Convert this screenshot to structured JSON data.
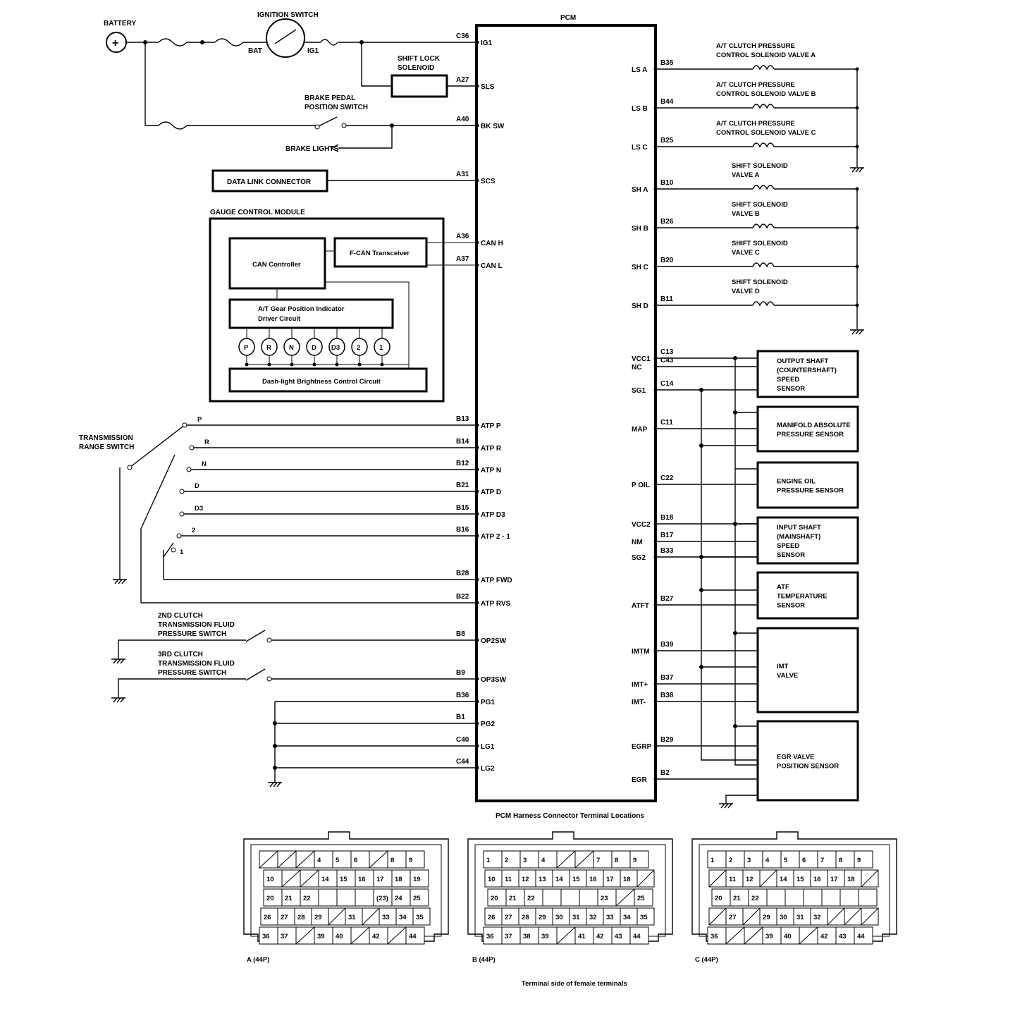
{
  "pcm": {
    "title": "PCM",
    "left_pins": [
      {
        "pin": "C36",
        "label": "IG1"
      },
      {
        "pin": "A27",
        "label": "SLS"
      },
      {
        "pin": "A40",
        "label": "BK SW"
      },
      {
        "pin": "A31",
        "label": "SCS"
      },
      {
        "pin": "A36",
        "label": "CAN H"
      },
      {
        "pin": "A37",
        "label": "CAN L"
      },
      {
        "pin": "B13",
        "label": "ATP P"
      },
      {
        "pin": "B14",
        "label": "ATP R"
      },
      {
        "pin": "B12",
        "label": "ATP N"
      },
      {
        "pin": "B21",
        "label": "ATP D"
      },
      {
        "pin": "B15",
        "label": "ATP D3"
      },
      {
        "pin": "B16",
        "label": "ATP 2 - 1"
      },
      {
        "pin": "B28",
        "label": "ATP FWD"
      },
      {
        "pin": "B22",
        "label": "ATP RVS"
      },
      {
        "pin": "B8",
        "label": "OP2SW"
      },
      {
        "pin": "B9",
        "label": "OP3SW"
      },
      {
        "pin": "B36",
        "label": "PG1"
      },
      {
        "pin": "B1",
        "label": "PG2"
      },
      {
        "pin": "C40",
        "label": "LG1"
      },
      {
        "pin": "C44",
        "label": "LG2"
      }
    ],
    "right_pins": [
      {
        "pin": "B35",
        "label": "LS A"
      },
      {
        "pin": "B44",
        "label": "LS B"
      },
      {
        "pin": "B25",
        "label": "LS C"
      },
      {
        "pin": "B10",
        "label": "SH A"
      },
      {
        "pin": "B26",
        "label": "SH B"
      },
      {
        "pin": "B20",
        "label": "SH C"
      },
      {
        "pin": "B11",
        "label": "SH D"
      },
      {
        "pin": "C13",
        "label": "VCC1"
      },
      {
        "pin": "C43",
        "label": "NC"
      },
      {
        "pin": "C14",
        "label": "SG1"
      },
      {
        "pin": "C11",
        "label": "MAP"
      },
      {
        "pin": "C22",
        "label": "P OIL"
      },
      {
        "pin": "B18",
        "label": "VCC2"
      },
      {
        "pin": "B17",
        "label": "NM"
      },
      {
        "pin": "B33",
        "label": "SG2"
      },
      {
        "pin": "B27",
        "label": "ATFT"
      },
      {
        "pin": "B39",
        "label": "IMTM"
      },
      {
        "pin": "B37",
        "label": "IMT+"
      },
      {
        "pin": "B38",
        "label": "IMT-"
      },
      {
        "pin": "B29",
        "label": "EGRP"
      },
      {
        "pin": "B2",
        "label": "EGR"
      }
    ]
  },
  "components": {
    "battery": "BATTERY",
    "ignition_switch": "IGNITION SWITCH",
    "bat": "BAT",
    "ig1": "IG1",
    "shift_lock_1": "SHIFT LOCK",
    "shift_lock_2": "SOLENOID",
    "brake_switch_1": "BRAKE PEDAL",
    "brake_switch_2": "POSITION SWITCH",
    "brake_lights": "BRAKE LIGHTS",
    "dlc": "DATA LINK CONNECTOR",
    "gcm": "GAUGE CONTROL MODULE",
    "can_controller": "CAN Controller",
    "fcan": "F-CAN Transceiver",
    "at_gear_1": "A/T Gear Position Indicator",
    "at_gear_2": "Driver Circuit",
    "dash_light": "Dash-light Brightness Control Circuit",
    "indicators": [
      "P",
      "R",
      "N",
      "D",
      "D3",
      "2",
      "1"
    ],
    "trs_1": "TRANSMISSION",
    "trs_2": "RANGE SWITCH",
    "trs_positions": [
      "P",
      "R",
      "N",
      "D",
      "D3",
      "2",
      "1"
    ],
    "clutch2_1": "2ND CLUTCH",
    "clutch2_2": "TRANSMISSION FLUID",
    "clutch2_3": "PRESSURE SWITCH",
    "clutch3_1": "3RD CLUTCH",
    "clutch3_2": "TRANSMISSION FLUID",
    "clutch3_3": "PRESSURE SWITCH",
    "valves": [
      {
        "l1": "A/T CLUTCH PRESSURE",
        "l2": "CONTROL SOLENOID VALVE A"
      },
      {
        "l1": "A/T CLUTCH PRESSURE",
        "l2": "CONTROL SOLENOID VALVE B"
      },
      {
        "l1": "A/T CLUTCH PRESSURE",
        "l2": "CONTROL SOLENOID VALVE C"
      },
      {
        "l1": "SHIFT SOLENOID",
        "l2": "VALVE A"
      },
      {
        "l1": "SHIFT SOLENOID",
        "l2": "VALVE B"
      },
      {
        "l1": "SHIFT SOLENOID",
        "l2": "VALVE C"
      },
      {
        "l1": "SHIFT SOLENOID",
        "l2": "VALVE D"
      }
    ],
    "sensors": [
      [
        "OUTPUT SHAFT",
        "(COUNTERSHAFT)",
        "SPEED",
        "SENSOR"
      ],
      [
        "MANIFOLD ABSOLUTE",
        "PRESSURE SENSOR"
      ],
      [
        "ENGINE OIL",
        "PRESSURE SENSOR"
      ],
      [
        "INPUT SHAFT",
        "(MAINSHAFT)",
        "SPEED",
        "SENSOR"
      ],
      [
        "ATF",
        "TEMPERATURE",
        "SENSOR"
      ],
      [
        "IMT",
        "VALVE"
      ],
      [
        "EGR VALVE",
        "POSITION SENSOR"
      ]
    ]
  },
  "connectors": {
    "title": "PCM Harness Connector Terminal Locations",
    "footer": "Terminal side of female terminals",
    "names": [
      "A (44P)",
      "B (44P)",
      "C (44P)"
    ],
    "a": {
      "row1": [
        "/",
        "/",
        "/",
        "4",
        "5",
        "6",
        "/",
        "8",
        "9"
      ],
      "row2": [
        "10",
        "/",
        "/",
        "14",
        "15",
        "16",
        "17",
        "18",
        "19"
      ],
      "row3": [
        "20",
        "21",
        "22",
        "",
        "",
        "",
        "(23)",
        "24",
        "25"
      ],
      "row4": [
        "26",
        "27",
        "28",
        "29",
        "/",
        "31",
        "/",
        "33",
        "34",
        "35"
      ],
      "row5": [
        "36",
        "37",
        "/",
        "39",
        "40",
        "/",
        "42",
        "/",
        "44"
      ]
    },
    "b": {
      "row1": [
        "1",
        "2",
        "3",
        "4",
        "/",
        "/",
        "7",
        "8",
        "9"
      ],
      "row2": [
        "10",
        "11",
        "12",
        "13",
        "14",
        "15",
        "16",
        "17",
        "18",
        "/"
      ],
      "row3": [
        "20",
        "21",
        "22",
        "",
        "",
        "",
        "23",
        "/",
        "25"
      ],
      "row4": [
        "26",
        "27",
        "28",
        "29",
        "30",
        "31",
        "32",
        "33",
        "34",
        "35"
      ],
      "row5": [
        "36",
        "37",
        "38",
        "39",
        "/",
        "41",
        "42",
        "43",
        "44"
      ]
    },
    "c": {
      "row1": [
        "1",
        "2",
        "3",
        "4",
        "5",
        "6",
        "7",
        "8",
        "9"
      ],
      "row2": [
        "/",
        "11",
        "12",
        "/",
        "14",
        "15",
        "16",
        "17",
        "18",
        "/"
      ],
      "row3": [
        "20",
        "21",
        "22",
        "",
        "",
        "",
        "",
        "",
        ""
      ],
      "row4": [
        "/",
        "27",
        "/",
        "29",
        "30",
        "31",
        "32",
        "/",
        "/",
        "/"
      ],
      "row5": [
        "36",
        "/",
        "/",
        "39",
        "40",
        "/",
        "42",
        "43",
        "44"
      ]
    }
  }
}
